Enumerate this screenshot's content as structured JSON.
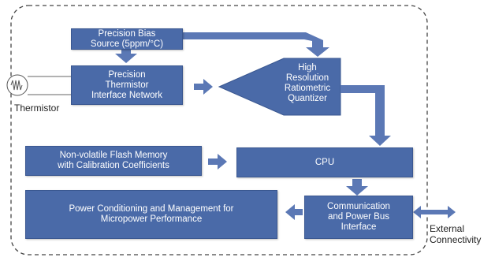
{
  "diagram": {
    "bias_source": "Precision Bias\nSource (5ppm/°C)",
    "thermistor_interface": "Precision\nThermistor\nInterface Network",
    "quantizer": "High\nResolution\nRatiometric\nQuantizer",
    "flash_memory": "Non-volatile Flash Memory\nwith Calibration Coefficients",
    "cpu": "CPU",
    "power": "Power Conditioning and Management for\nMicropower Performance",
    "comm": "Communication\nand Power Bus\nInterface",
    "thermistor_label": "Thermistor",
    "external_label": "External\nConnectivity"
  },
  "colors": {
    "box_fill": "#4a6aa8",
    "box_border": "#3a5790",
    "arrow": "#5b78b5",
    "boundary": "#444444"
  }
}
